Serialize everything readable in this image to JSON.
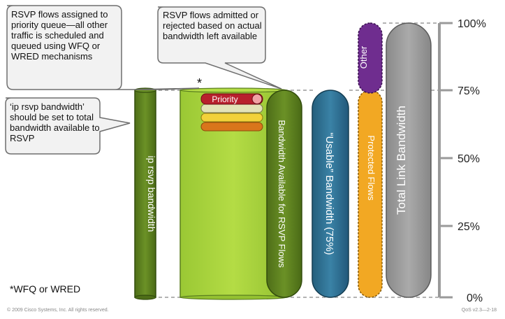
{
  "callouts": {
    "priority_queue": "RSVP flows assigned to priority queue—all other traffic is scheduled and queued using WFQ or WRED mechanisms",
    "admitted": "RSVP flows admitted or rejected based on actual bandwidth left available",
    "ip_rsvp": "‘ip rsvp bandwidth’ should be set to total bandwidth available to RSVP"
  },
  "asterisk": "*",
  "footnote": "*WFQ or WRED",
  "cylinders": {
    "ip_rsvp_bandwidth": "ip rsvp bandwidth",
    "priority": "Priority",
    "available_for_rsvp": "Bandwidth Available for RSVP Flows",
    "usable": "“Usable” Bandwidth (75%)",
    "other": "Other",
    "protected_flows": "Protected Flows",
    "total_link": "Total Link Bandwidth"
  },
  "scale": {
    "ticks": [
      "100%",
      "75%",
      "50%",
      "25%",
      "0%"
    ]
  },
  "footer": {
    "copyright": "© 2009 Cisco Systems, Inc. All rights reserved.",
    "course_code": "QoS v2.3—2-18"
  },
  "colors": {
    "dark_green": "#5b7f1f",
    "light_green": "#a7cf3c",
    "teal": "#2b6c8d",
    "purple": "#6f2d8f",
    "orange": "#f2a823",
    "gray": "#9a9a9a",
    "priority_red": "#b8202d"
  }
}
